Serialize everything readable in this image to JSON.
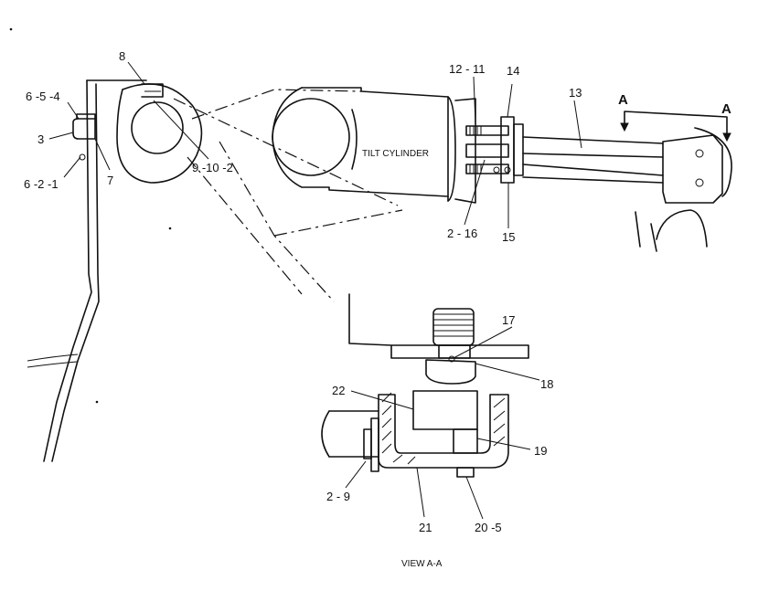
{
  "callouts": {
    "c_6_5_4": "6 -5 -4",
    "c_3": "3",
    "c_6_2_1": "6 -2 -1",
    "c_7": "7",
    "c_8": "8",
    "c_9_10_2": "9 -10 -2",
    "c_12_11": "12 - 11",
    "c_14": "14",
    "c_13": "13",
    "c_2_16": "2 - 16",
    "c_15": "15",
    "c_17": "17",
    "c_18": "18",
    "c_22": "22",
    "c_19": "19",
    "c_2_9": "2 - 9",
    "c_21": "21",
    "c_20_5": "20  -5"
  },
  "section_marks": {
    "left": "A",
    "right": "A"
  },
  "cylinder_label": "TILT CYLINDER",
  "view_label": "VIEW  A-A"
}
